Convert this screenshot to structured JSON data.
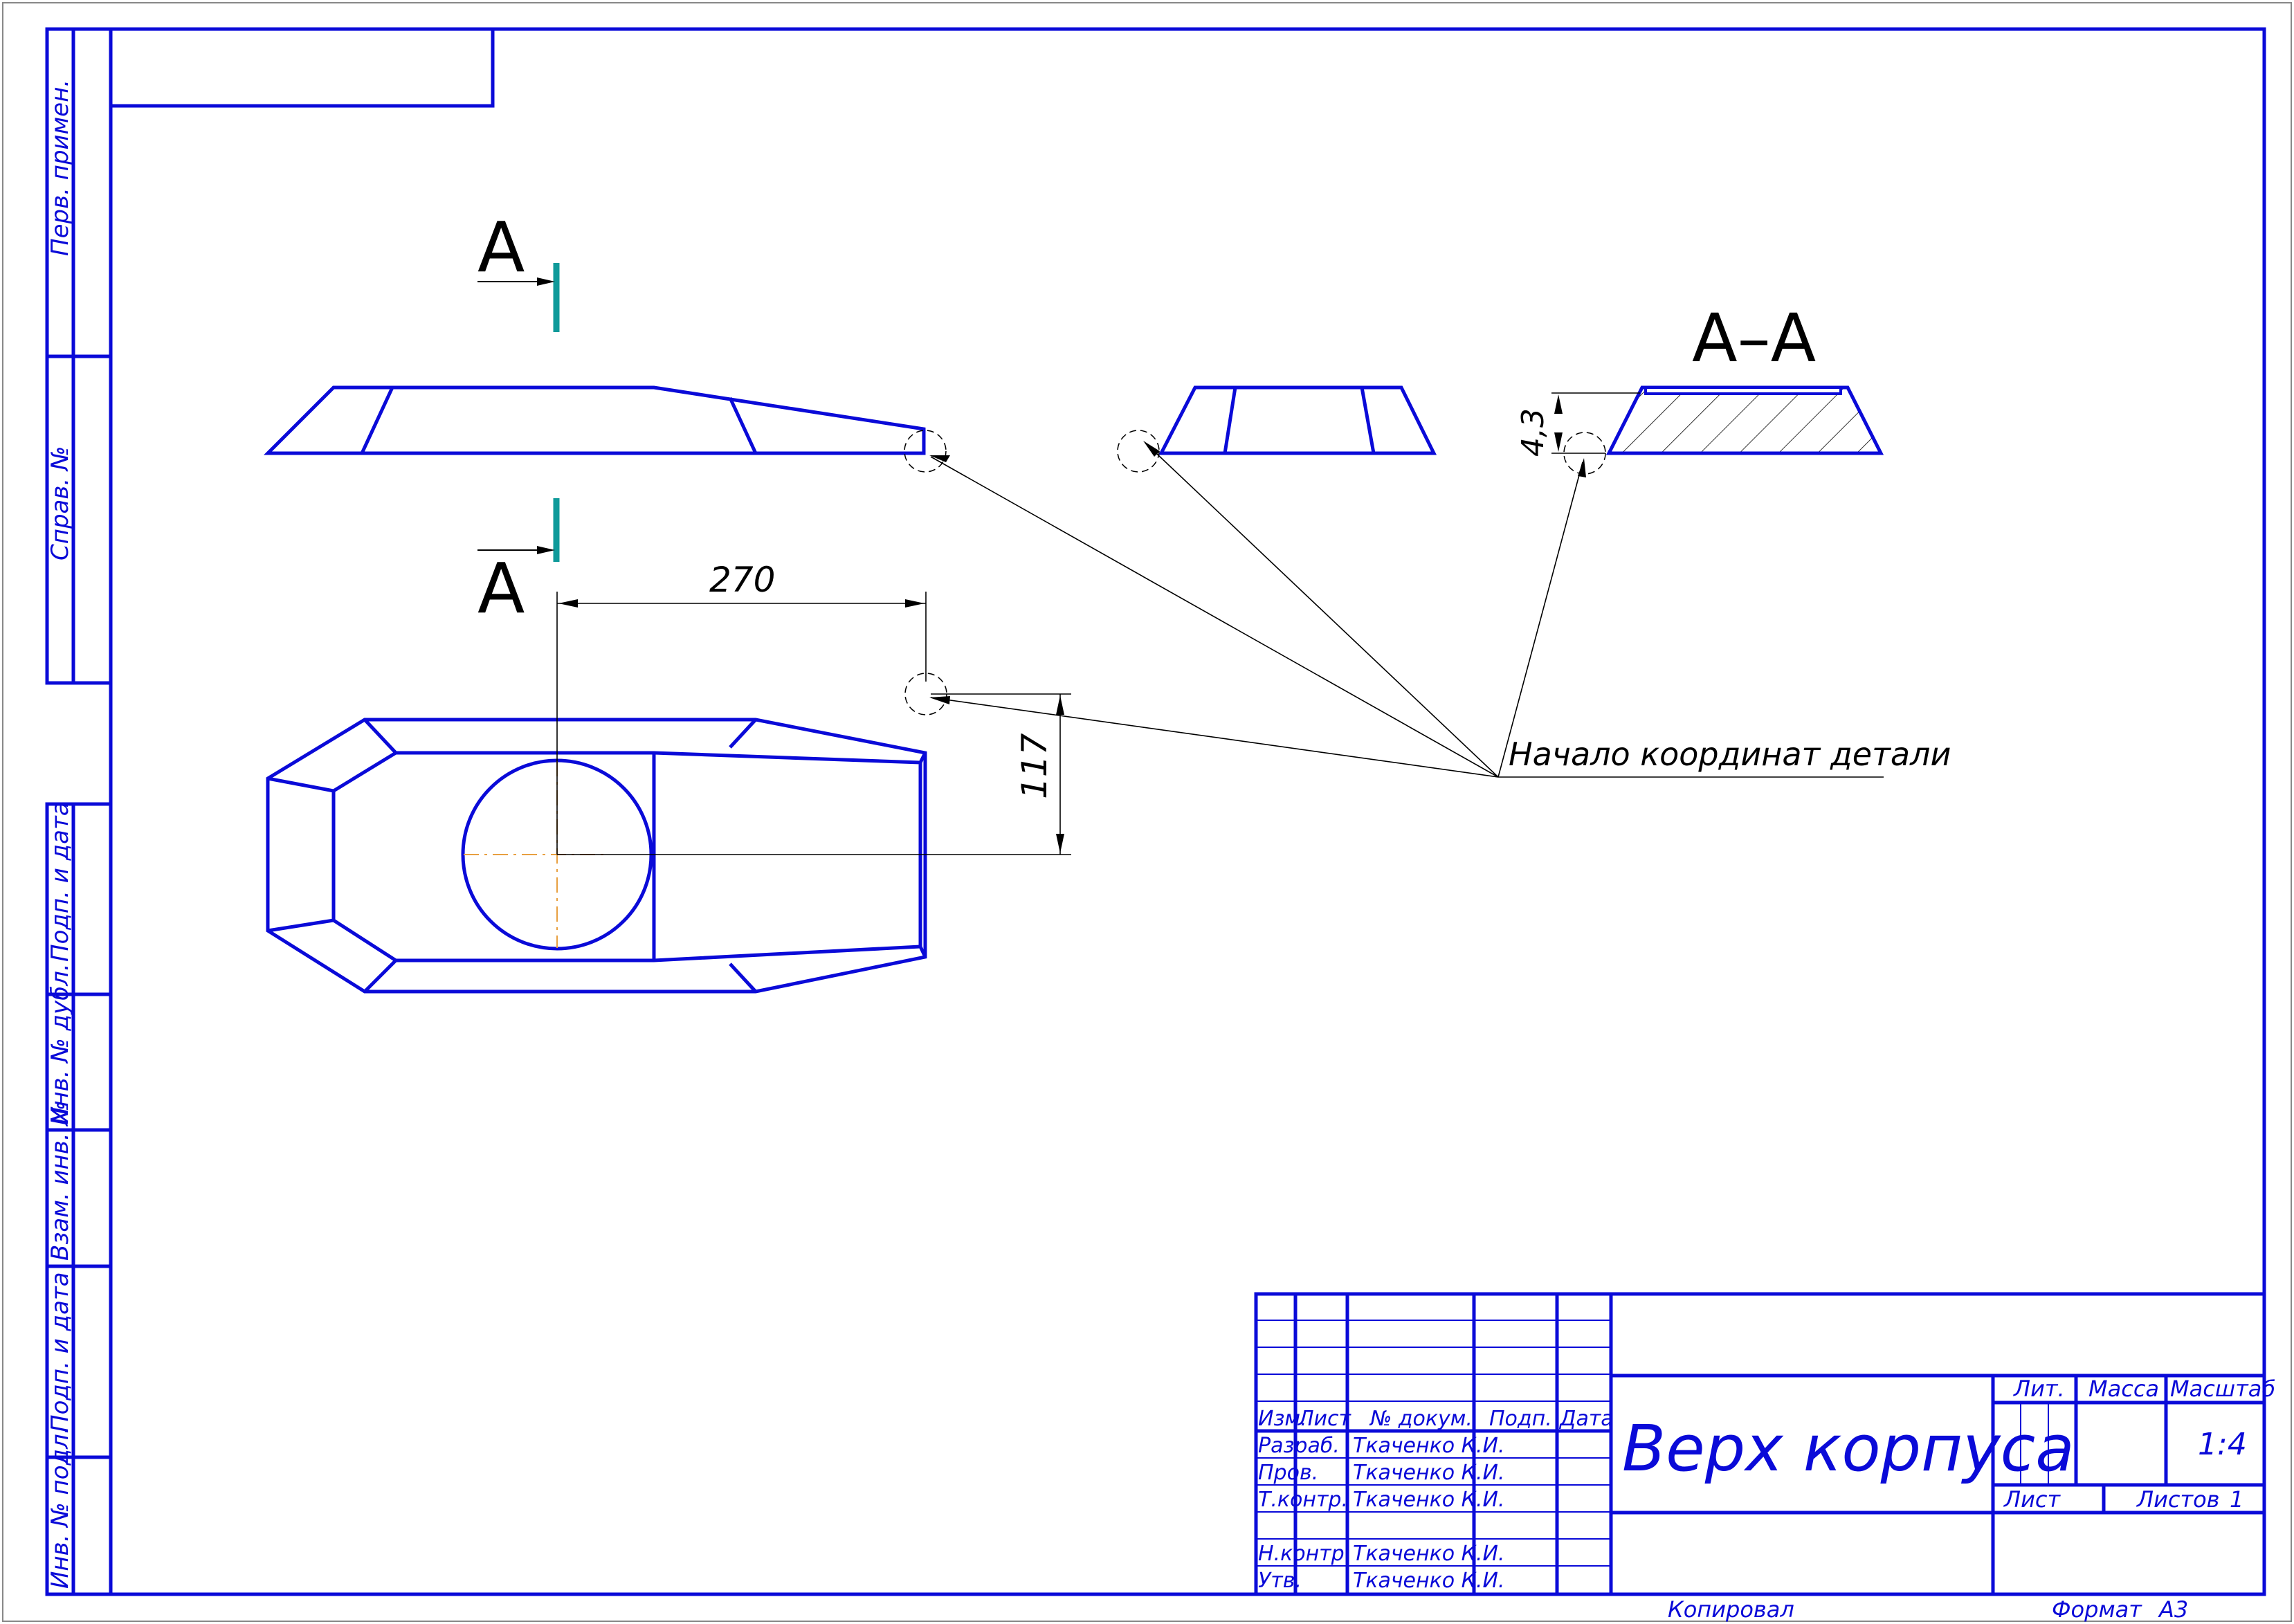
{
  "colors": {
    "frame": "#0a0ad8",
    "thin": "#000000",
    "section_mark": "#0f9a9a",
    "axis": "#e8a040",
    "hatch": "#000000"
  },
  "side_stamp": {
    "perv_primen": "Перв. примен.",
    "sprav_no": "Справ. №",
    "podp_i_data_top": "Подп. и дата",
    "inv_no_dubl": "Инв. № дубл.",
    "vzam_inv_no": "Взам. инв. №",
    "podp_i_data_bottom": "Подп. и дата",
    "inv_no_podl": "Инв. № подл."
  },
  "drawing": {
    "section_letter_top": "А",
    "section_letter_bottom": "А",
    "section_title": "А–А",
    "dim_horizontal": "270",
    "dim_vertical": "117",
    "dim_thickness": "4,3",
    "leader_note": "Начало координат детали"
  },
  "title_block": {
    "col_izm": "Изм.",
    "col_list": "Лист",
    "col_doc": "№ докум.",
    "col_podp": "Подп.",
    "col_data": "Дата",
    "row_razrab": "Разраб.",
    "row_prov": "Пров.",
    "row_tkontr": "Т.контр.",
    "row_nkontr": "Н.контр.",
    "row_utv": "Утв.",
    "name_razrab": "Ткаченко К.И.",
    "name_prov": "Ткаченко К.И.",
    "name_tkontr": "Ткаченко К.И.",
    "name_nkontr": "Ткаченко К.И.",
    "name_utv": "Ткаченко К.И.",
    "title": "Верх корпуса",
    "lit_label": "Лит.",
    "massa_label": "Масса",
    "masshtab_label": "Масштаб",
    "scale_value": "1:4",
    "sheet_label": "Лист",
    "sheets_label": "Листов",
    "sheets_value": "1"
  },
  "footer": {
    "kopiroval": "Копировал",
    "format_label": "Формат",
    "format_value": "A3"
  }
}
